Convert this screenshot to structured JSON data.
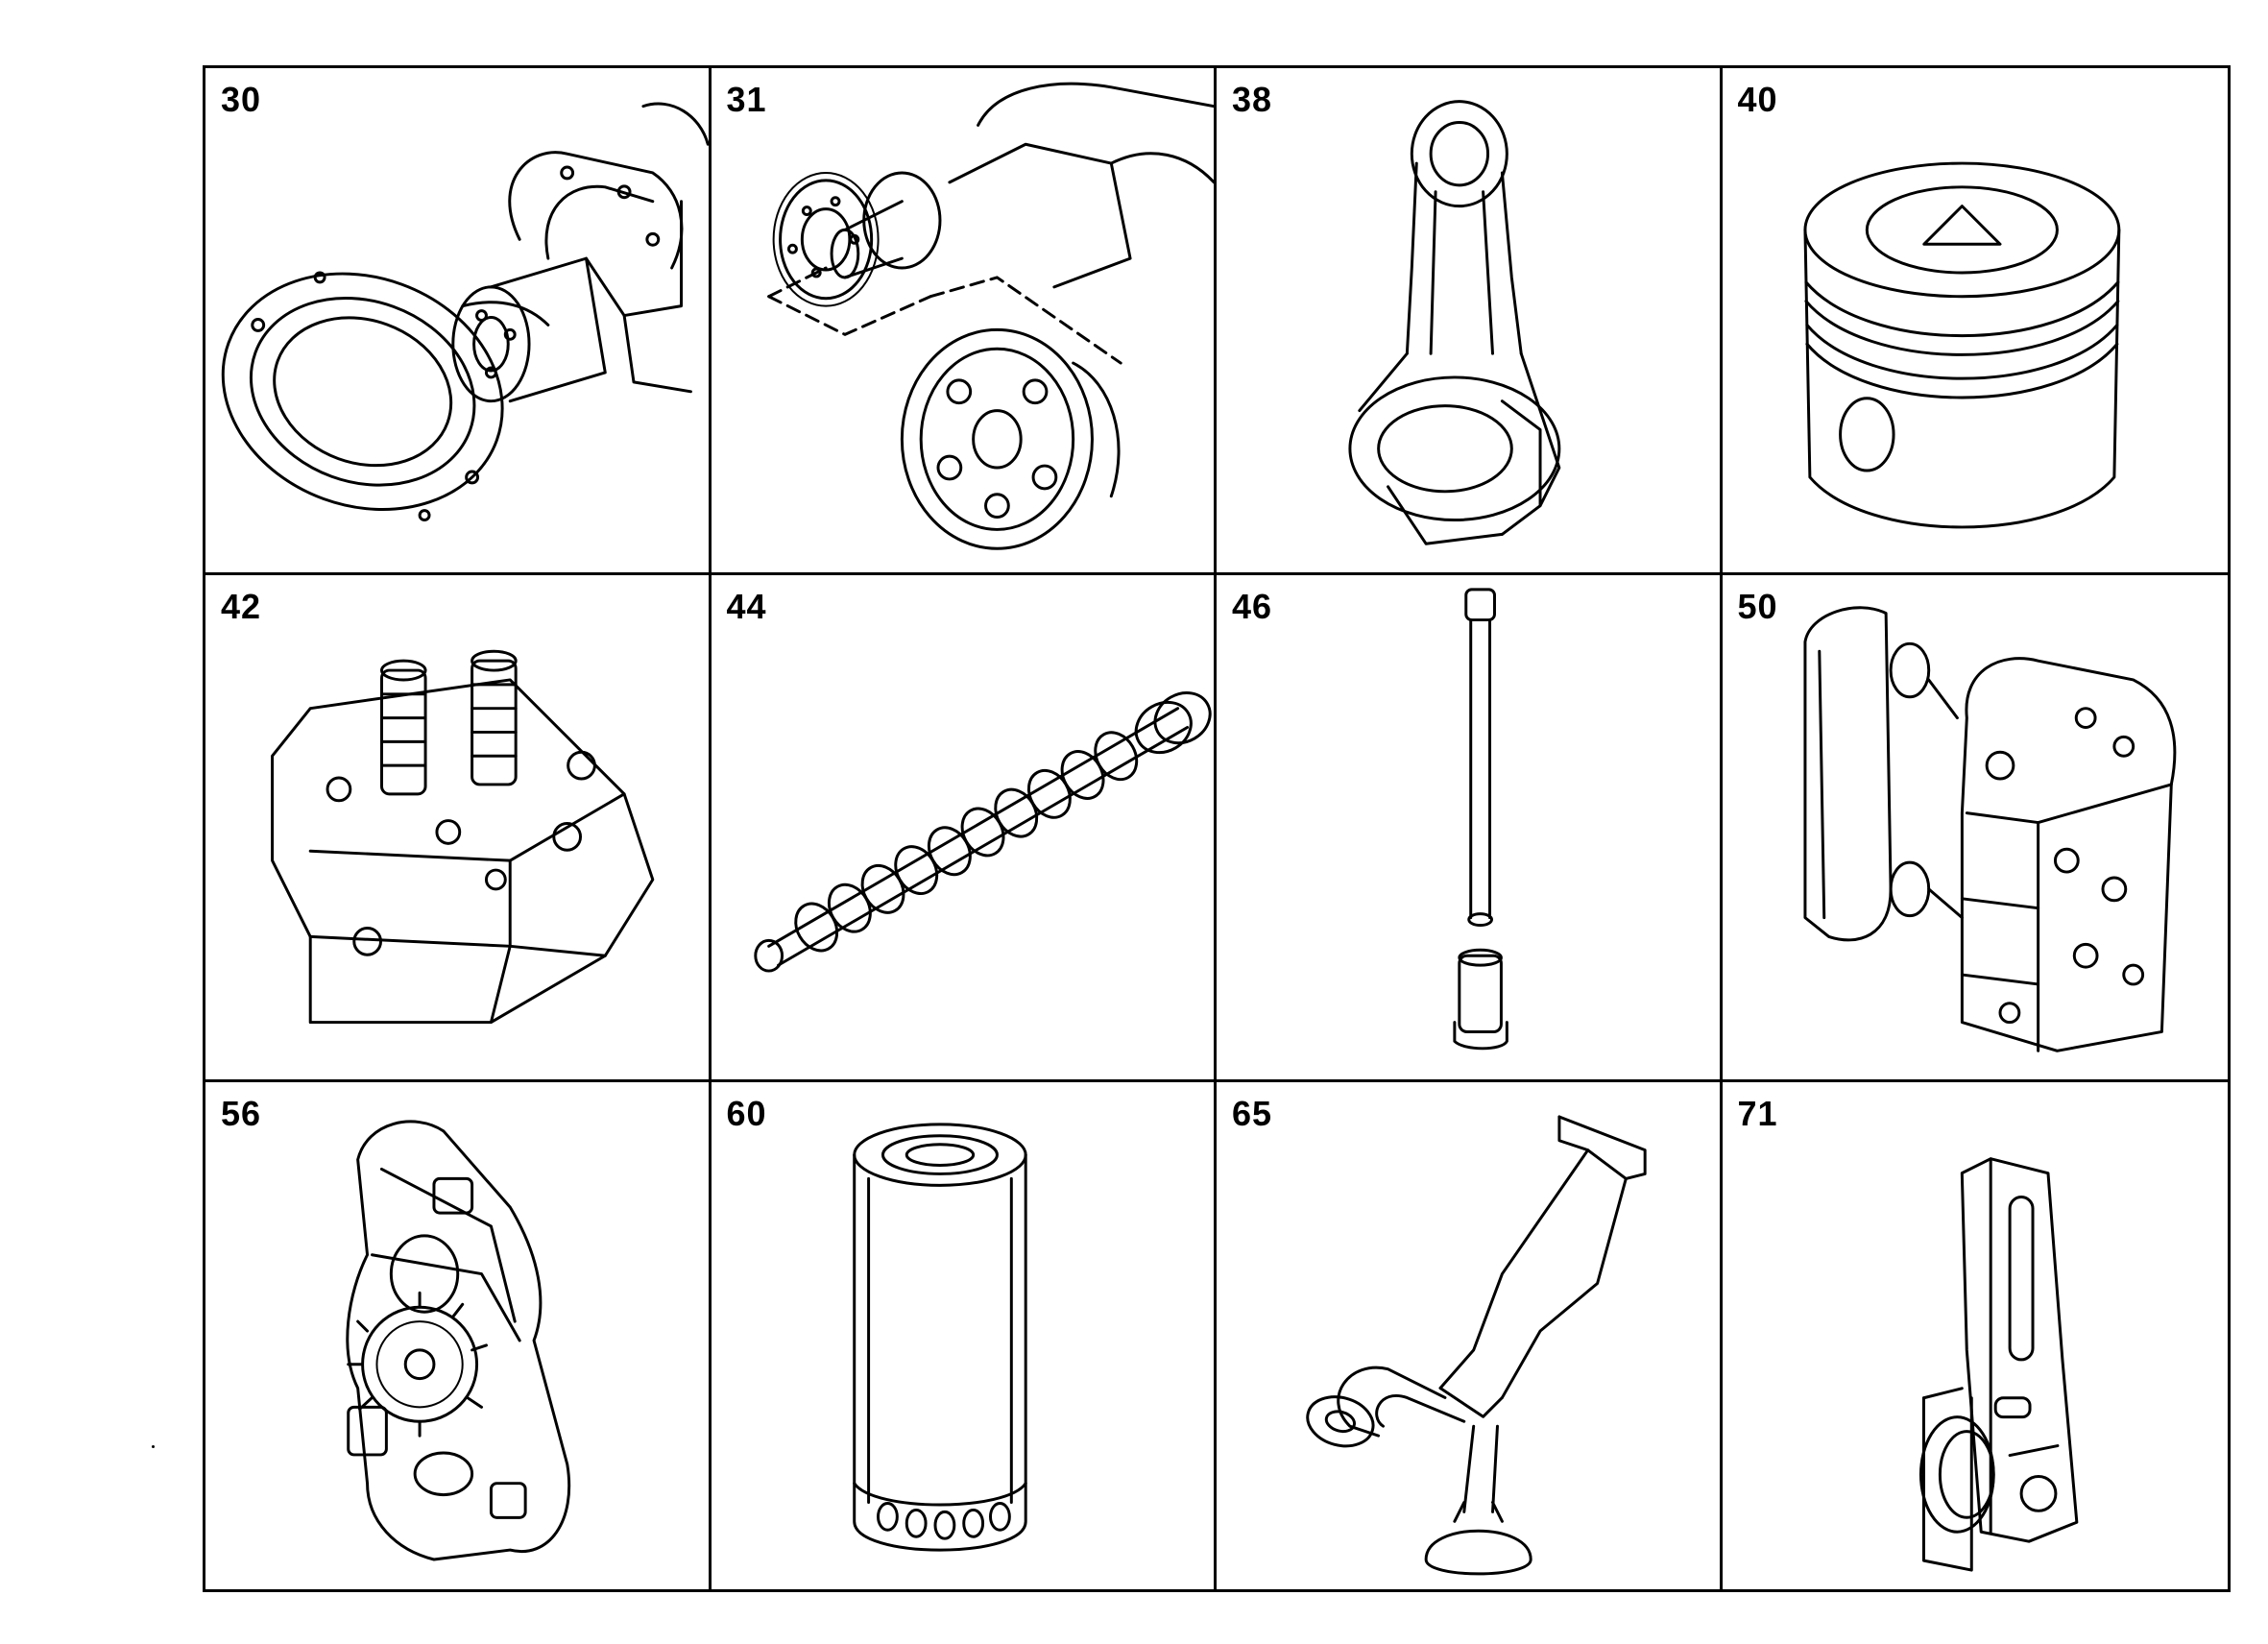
{
  "catalog": {
    "cells": [
      {
        "ref": "30",
        "icon": "crankshaft-oil-seal-icon"
      },
      {
        "ref": "31",
        "icon": "crankshaft-gear-vibration-damper-icon"
      },
      {
        "ref": "38",
        "icon": "connecting-rod-icon"
      },
      {
        "ref": "40",
        "icon": "piston-icon"
      },
      {
        "ref": "42",
        "icon": "cylinder-head-icon"
      },
      {
        "ref": "44",
        "icon": "camshaft-icon"
      },
      {
        "ref": "46",
        "icon": "push-rod-tappet-icon"
      },
      {
        "ref": "50",
        "icon": "oil-cooler-icon"
      },
      {
        "ref": "56",
        "icon": "oil-pump-icon"
      },
      {
        "ref": "60",
        "icon": "oil-filter-icon"
      },
      {
        "ref": "65",
        "icon": "oil-suction-pipe-icon"
      },
      {
        "ref": "71",
        "icon": "belt-tensioner-icon"
      }
    ]
  }
}
